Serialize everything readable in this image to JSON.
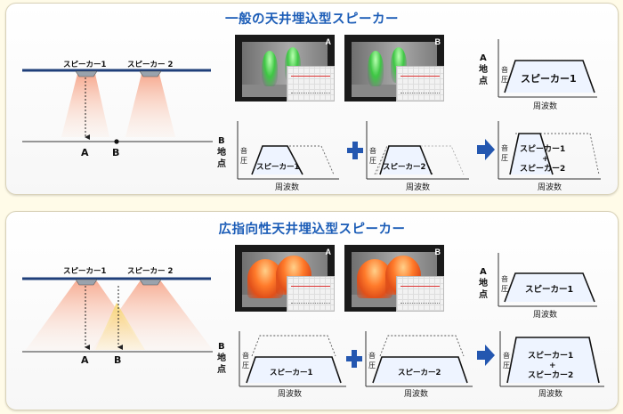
{
  "top": {
    "title": "一般の天井埋込型スピーカー",
    "speaker1": "スピーカー1",
    "speaker2": "スピーカー 2",
    "pointA": "A",
    "pointB": "B",
    "shotA": "A",
    "shotB": "B",
    "pointA_vlabel": [
      "A",
      "地",
      "点"
    ],
    "pointB_vlabel": [
      "B",
      "地",
      "点"
    ],
    "yaxis": [
      "音",
      "圧"
    ],
    "xaxis": "周波数",
    "graphA_label": "スピーカー1",
    "graphB1_label": "スピーカー1",
    "graphB2_label": "スピーカー2",
    "graphSum_line1": "スピーカー1",
    "graphSum_plus": "+",
    "graphSum_line2": "スピーカー2"
  },
  "bottom": {
    "title": "広指向性天井埋込型スピーカー",
    "speaker1": "スピーカー1",
    "speaker2": "スピーカー 2",
    "pointA": "A",
    "pointB": "B",
    "shotA": "A",
    "shotB": "B",
    "pointA_vlabel": [
      "A",
      "地",
      "点"
    ],
    "pointB_vlabel": [
      "B",
      "地",
      "点"
    ],
    "yaxis": [
      "音",
      "圧"
    ],
    "xaxis": "周波数",
    "graphA_label": "スピーカー1",
    "graphB1_label": "スピーカー1",
    "graphB2_label": "スピーカー2",
    "graphSum_line1": "スピーカー1",
    "graphSum_plus": "+",
    "graphSum_line2": "スピーカー2"
  },
  "colors": {
    "title": "#1c5db7",
    "ceiling": "#1f3f7a",
    "plus": "#2457b0",
    "arrow": "#2457b0",
    "cone_top": "#f6a58a",
    "cone_overlap": "#f7d46a"
  },
  "icons": [
    "plus-icon",
    "right-arrow-icon",
    "speaker-icon"
  ]
}
